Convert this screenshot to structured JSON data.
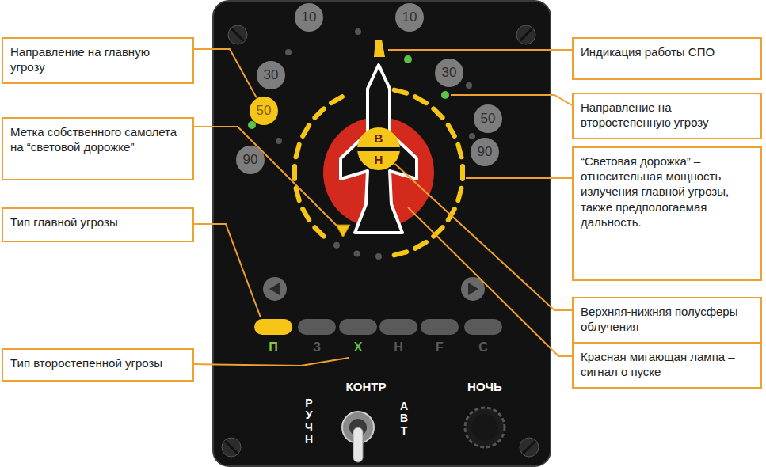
{
  "diagram": {
    "nodes": [
      {
        "text": [
          "Направление на главную угрозу"
        ]
      },
      {
        "text": [
          "Метка собственного самолета на “световой дорожке”"
        ]
      },
      {
        "text": [
          "Тип главной угрозы"
        ]
      },
      {
        "text": [
          "Тип второстепенной угрозы"
        ]
      },
      {
        "text": [
          "Индикация работы СПО"
        ]
      },
      {
        "text": [
          "Направление на второстепенную угрозу"
        ]
      },
      {
        "text": [
          "“Световая дорожка” – относительная мощность излучения главной угрозы, также предпологаемая дальность."
        ]
      },
      {
        "text": [
          "Верхняя-нижняя полусферы облучения"
        ]
      },
      {
        "text": [
          "Красная мигающая лампа – сигнал о пуске"
        ]
      },
      {
        "text": [
          "10"
        ]
      },
      {
        "text": [
          "10"
        ]
      },
      {
        "text": [
          "30"
        ]
      },
      {
        "text": [
          "30"
        ]
      },
      {
        "text": [
          "50"
        ]
      },
      {
        "text": [
          "50"
        ]
      },
      {
        "text": [
          "90"
        ]
      },
      {
        "text": [
          "90"
        ]
      },
      {
        "text": [
          "В",
          "Н"
        ]
      }
    ],
    "edges": [
      {
        "from": 0,
        "to": 13,
        "arrow": "none"
      },
      {
        "from": 7,
        "to": 17,
        "arrow": "none"
      }
    ],
    "labels": [
      "П",
      "З",
      "Х",
      "Н",
      "F",
      "С",
      "КОНТР",
      "НОЧЬ",
      "РУЧН",
      "АВТ"
    ]
  }
}
